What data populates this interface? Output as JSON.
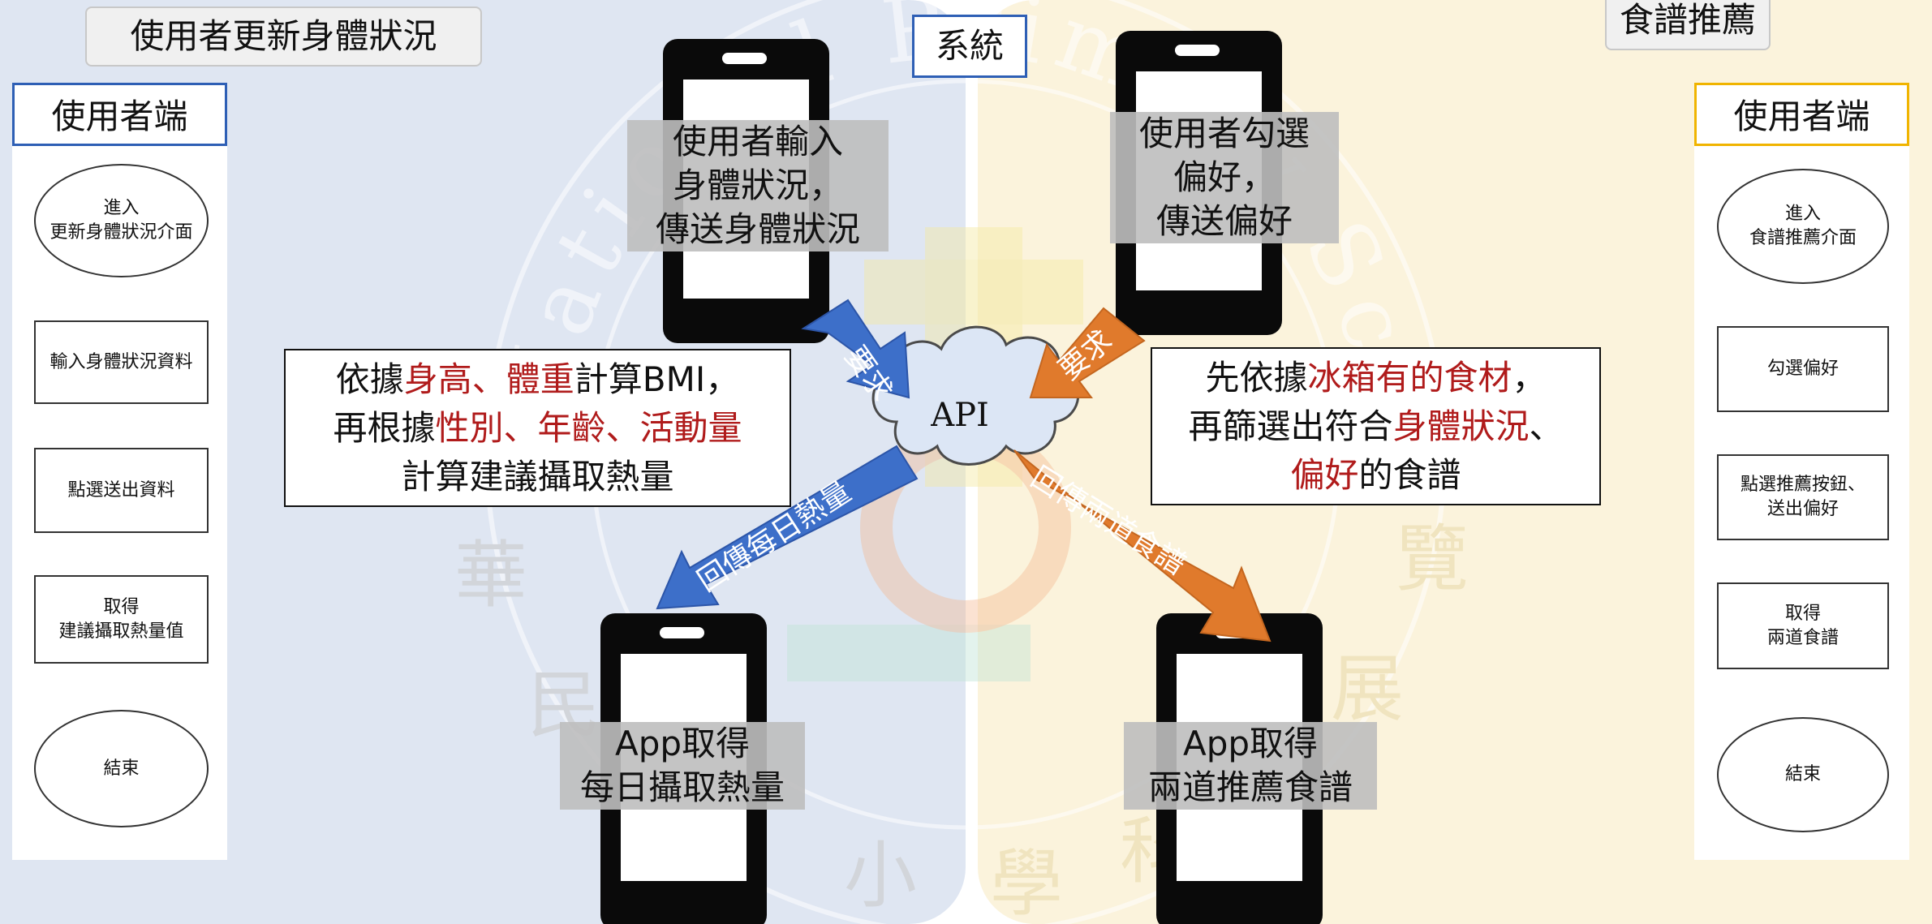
{
  "left_tag": "使用者更新身體狀況",
  "system_label": "系統",
  "right_tag": "食譜推薦",
  "left_flow": {
    "header": "使用者端",
    "steps": [
      "進入\n更新身體狀況介面",
      "輸入身體狀況資料",
      "點選送出資料",
      "取得\n建議攝取熱量值",
      "結束"
    ]
  },
  "right_flow": {
    "header": "使用者端",
    "steps": [
      "進入\n食譜推薦介面",
      "勾選偏好",
      "點選推薦按鈕、\n送出偏好",
      "取得\n兩道食譜",
      "結束"
    ]
  },
  "phones": {
    "top_left_text": "使用者輸入\n身體狀況，\n傳送身體狀況",
    "top_right_text": "使用者勾選\n偏好，\n傳送偏好",
    "bottom_left_text": "App取得\n每日攝取熱量",
    "bottom_right_text": "App取得\n兩道推薦食譜"
  },
  "api_label": "API",
  "arrows": {
    "request_left": "要求",
    "request_right": "要求",
    "return_left": "回傳每日熱量",
    "return_right": "回傳兩道食譜"
  },
  "note_left": {
    "line1": [
      "依據",
      "身高、體重",
      "計算BMI，"
    ],
    "line2": [
      "再根據",
      "性別、年齡、活動量"
    ],
    "line3": "計算建議攝取熱量"
  },
  "note_right": {
    "line1": [
      "先依據",
      "冰箱有的食材",
      "，"
    ],
    "line2": [
      "再篩選出符合",
      "身體狀況",
      "、"
    ],
    "line3": [
      "偏好",
      "的食譜"
    ]
  },
  "watermark": {
    "ring_text": "National Primary Science Fair",
    "chars": [
      "華",
      "民",
      "小",
      "學",
      "科",
      "展",
      "覽"
    ]
  },
  "colors": {
    "left_accent": "#2e5fb5",
    "right_accent": "#f0b400",
    "blue_arrow": "#3d6fc9",
    "orange_arrow": "#e07a2c",
    "highlight_red": "#b01b1b"
  }
}
